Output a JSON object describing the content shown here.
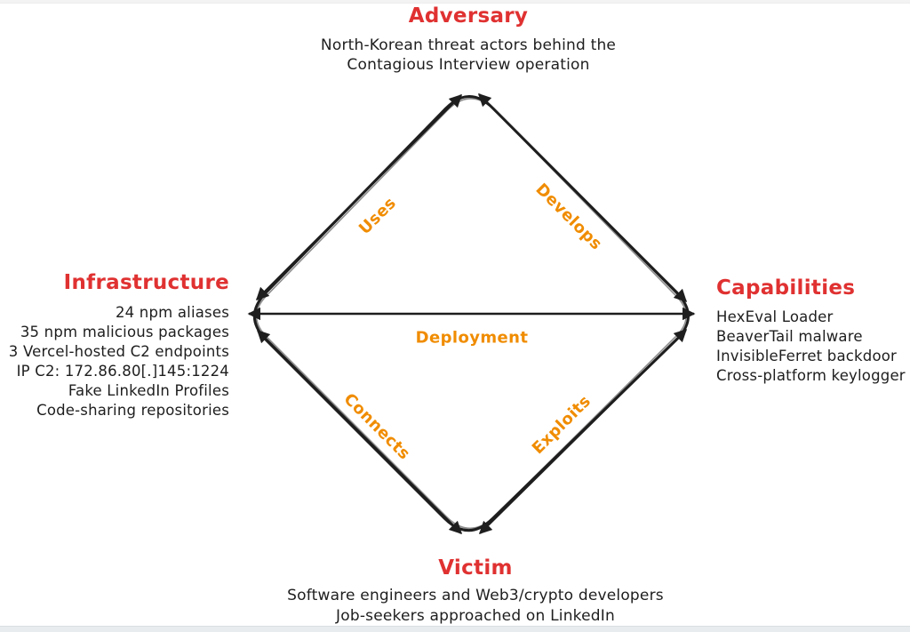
{
  "colors": {
    "heading": "#e03131",
    "edge_label": "#f08c00",
    "stroke": "#1e1e1e",
    "background": "#ffffff"
  },
  "nodes": {
    "adversary": {
      "title": "Adversary",
      "lines": [
        "North-Korean threat actors behind the",
        "Contagious Interview operation"
      ]
    },
    "infrastructure": {
      "title": "Infrastructure",
      "lines": [
        "24 npm aliases",
        "35 npm malicious packages",
        "3 Vercel-hosted C2 endpoints",
        "IP C2: 172.86.80[.]145:1224",
        "Fake LinkedIn Profiles",
        "Code-sharing repositories"
      ]
    },
    "capabilities": {
      "title": "Capabilities",
      "lines": [
        "HexEval Loader",
        "BeaverTail malware",
        "InvisibleFerret backdoor",
        "Cross-platform keylogger"
      ]
    },
    "victim": {
      "title": "Victim",
      "lines": [
        "Software engineers and Web3/crypto developers",
        "Job-seekers approached on LinkedIn"
      ]
    }
  },
  "edges": {
    "uses": "Uses",
    "develops": "Develops",
    "deployment": "Deployment",
    "connects": "Connects",
    "exploits": "Exploits"
  }
}
